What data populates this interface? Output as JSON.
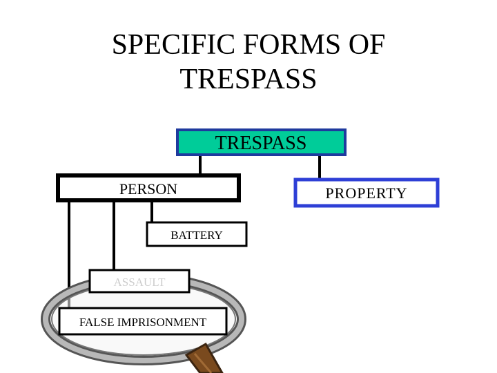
{
  "title": {
    "line1": "SPECIFIC FORMS OF",
    "line2": "TRESPASS"
  },
  "diagram": {
    "root": "TRESPASS",
    "person": "PERSON",
    "property": "PROPERTY",
    "battery": "BATTERY",
    "assault": "ASSAULT",
    "false_imprisonment": "FALSE IMPRISONMENT"
  },
  "colors": {
    "root_fill": "#00cc99",
    "root_border": "#1f3a9e",
    "property_border": "#2e3fd6",
    "box_border": "#000000",
    "lens_rim": "#888888",
    "handle": "#7a4a1e"
  },
  "icons": {
    "magnifier": "magnifying-glass-icon"
  }
}
